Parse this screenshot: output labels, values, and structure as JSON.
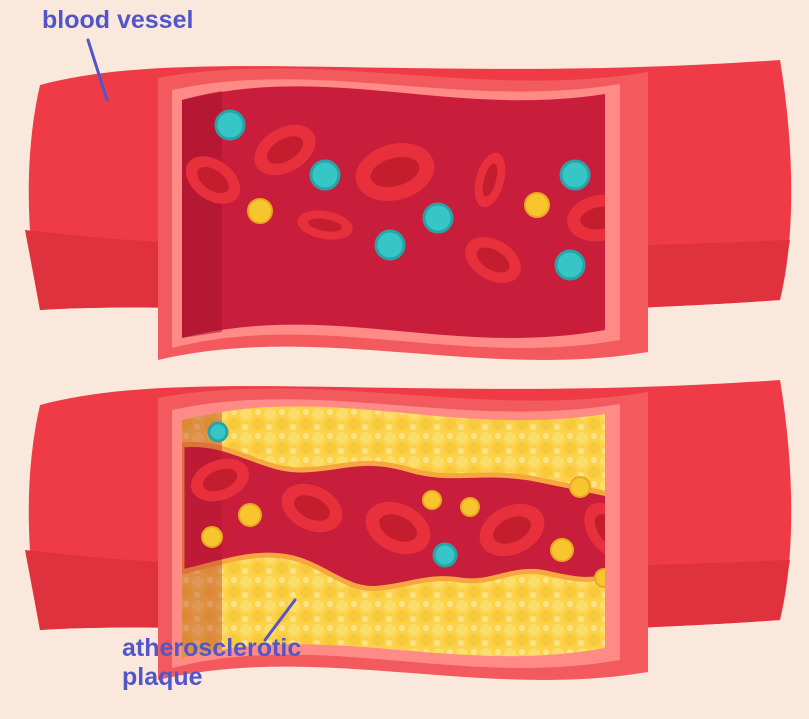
{
  "labels": {
    "blood_vessel": "blood vessel",
    "plaque_line1": "atherosclerotic",
    "plaque_line2": "plaque"
  },
  "colors": {
    "background": "#fbe8dc",
    "vessel_wall": "#ef3b45",
    "vessel_wall_dark": "#e0323c",
    "vessel_lining": "#ff8a86",
    "vessel_cut_face": "#f35a5d",
    "blood": "#c81e3b",
    "red_cell": "#e8303c",
    "white_cell": "#36c6c6",
    "platelet": "#f7c52e",
    "plaque": "#fcd24a",
    "plaque_edge": "#f7a740",
    "label_text": "#5256c9"
  }
}
